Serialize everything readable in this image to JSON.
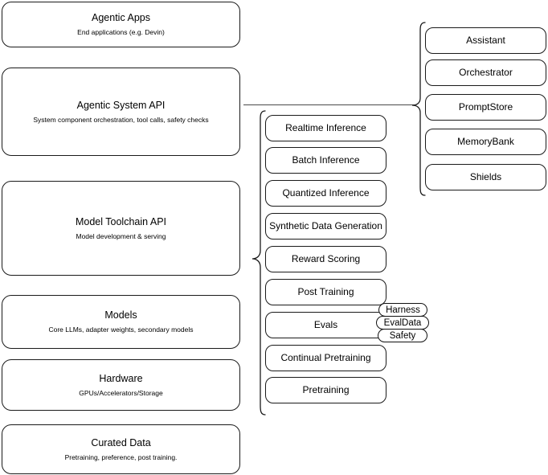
{
  "diagram": {
    "type": "layered-stack-diagram",
    "background_color": "#ffffff",
    "stroke_color": "#1a1a1a",
    "connector_color": "#4a4a4a"
  },
  "stack": {
    "layers": [
      {
        "title": "Agentic Apps",
        "subtitle": "End applications (e.g. Devin)"
      },
      {
        "title": "Agentic System API",
        "subtitle": "System component orchestration, tool calls, safety checks"
      },
      {
        "title": "Model Toolchain API",
        "subtitle": "Model development & serving"
      },
      {
        "title": "Models",
        "subtitle": "Core LLMs, adapter weights, secondary models"
      },
      {
        "title": "Hardware",
        "subtitle": "GPUs/Accelerators/Storage"
      },
      {
        "title": "Curated Data",
        "subtitle": "Pretraining, preference, post training."
      }
    ]
  },
  "toolchain_capabilities": {
    "items": [
      {
        "label": "Realtime Inference"
      },
      {
        "label": "Batch Inference"
      },
      {
        "label": "Quantized Inference"
      },
      {
        "label": "Synthetic Data Generation"
      },
      {
        "label": "Reward Scoring"
      },
      {
        "label": "Post Training"
      },
      {
        "label": "Evals"
      },
      {
        "label": "Continual Pretraining"
      },
      {
        "label": "Pretraining"
      }
    ]
  },
  "agentic_components": {
    "items": [
      {
        "label": "Assistant"
      },
      {
        "label": "Orchestrator"
      },
      {
        "label": "PromptStore"
      },
      {
        "label": "MemoryBank"
      },
      {
        "label": "Shields"
      }
    ]
  },
  "eval_badges": {
    "items": [
      {
        "label": "Harness"
      },
      {
        "label": "EvalData"
      },
      {
        "label": "Safety"
      }
    ]
  }
}
